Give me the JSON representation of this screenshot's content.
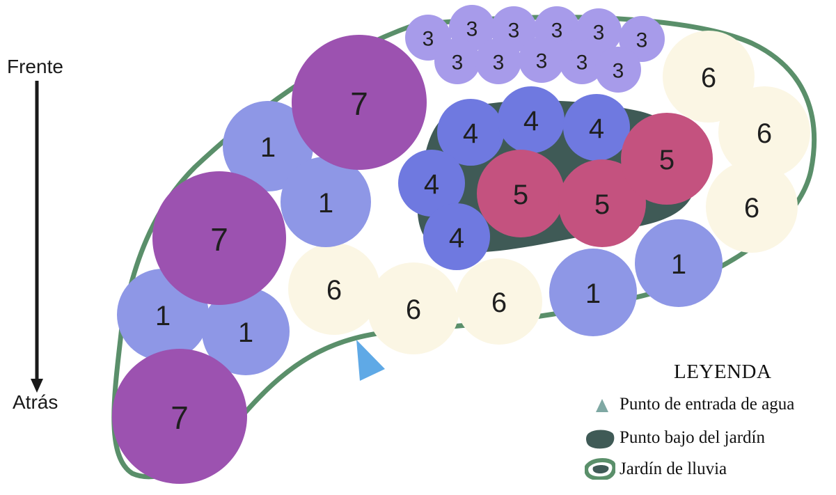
{
  "axis": {
    "front_label": "Frente",
    "back_label": "Atrás"
  },
  "legend": {
    "title": "LEYENDA",
    "items": [
      {
        "icon": "water-entry-icon",
        "label": "Punto de entrada de agua"
      },
      {
        "icon": "low-point-icon",
        "label": "Punto bajo del jardín"
      },
      {
        "icon": "rain-garden-icon",
        "label": "Jardín de lluvia"
      }
    ]
  },
  "colors": {
    "border": "#5a8f6a",
    "low_point": "#3f5a56",
    "water_entry": "#5fa9e6",
    "plant_1": "#8e97e6",
    "plant_3": "#a79bea",
    "plant_4": "#6f79e0",
    "plant_5": "#c4527f",
    "plant_6": "#fbf6e4",
    "plant_7": "#9c52b0"
  },
  "plants": [
    {
      "num": "3"
    },
    {
      "num": "3"
    },
    {
      "num": "3"
    },
    {
      "num": "3"
    },
    {
      "num": "3"
    },
    {
      "num": "3"
    },
    {
      "num": "3"
    },
    {
      "num": "3"
    },
    {
      "num": "3"
    },
    {
      "num": "3"
    },
    {
      "num": "3"
    },
    {
      "num": "4"
    },
    {
      "num": "4"
    },
    {
      "num": "4"
    },
    {
      "num": "4"
    },
    {
      "num": "4"
    },
    {
      "num": "5"
    },
    {
      "num": "5"
    },
    {
      "num": "5"
    },
    {
      "num": "6"
    },
    {
      "num": "6"
    },
    {
      "num": "6"
    },
    {
      "num": "6"
    },
    {
      "num": "6"
    },
    {
      "num": "6"
    },
    {
      "num": "1"
    },
    {
      "num": "1"
    },
    {
      "num": "1"
    },
    {
      "num": "1"
    },
    {
      "num": "1"
    },
    {
      "num": "1"
    },
    {
      "num": "7"
    },
    {
      "num": "7"
    },
    {
      "num": "7"
    }
  ]
}
